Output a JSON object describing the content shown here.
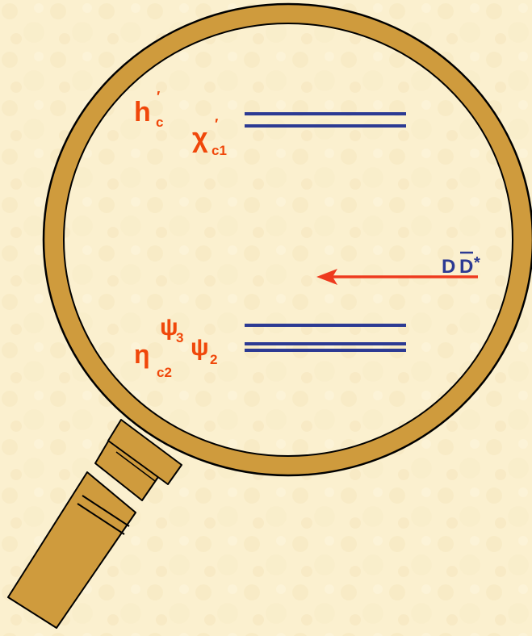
{
  "background_color": "#fbf0cf",
  "colors": {
    "glass_rim": "#cf9b3d",
    "rim_outline": "#000000",
    "level_lines": "#2c3a93",
    "labels_orange": "#f0470a",
    "arrow": "#ee3a1e",
    "threshold_label": "#2c3a93"
  },
  "icons": {
    "magnifier": "magnifying-glass-icon"
  },
  "labels": {
    "h": {
      "base": "h",
      "sub": "c",
      "prime": "′"
    },
    "chi": {
      "base": "χ",
      "sub": "c1",
      "prime": "′"
    },
    "psi3": {
      "base": "ψ",
      "sub": "3"
    },
    "psi2": {
      "base": "ψ",
      "sub": "2"
    },
    "eta": {
      "base": "η",
      "sub": "c2"
    },
    "threshold": {
      "d": "D",
      "dbar": "D",
      "star": "*"
    }
  }
}
